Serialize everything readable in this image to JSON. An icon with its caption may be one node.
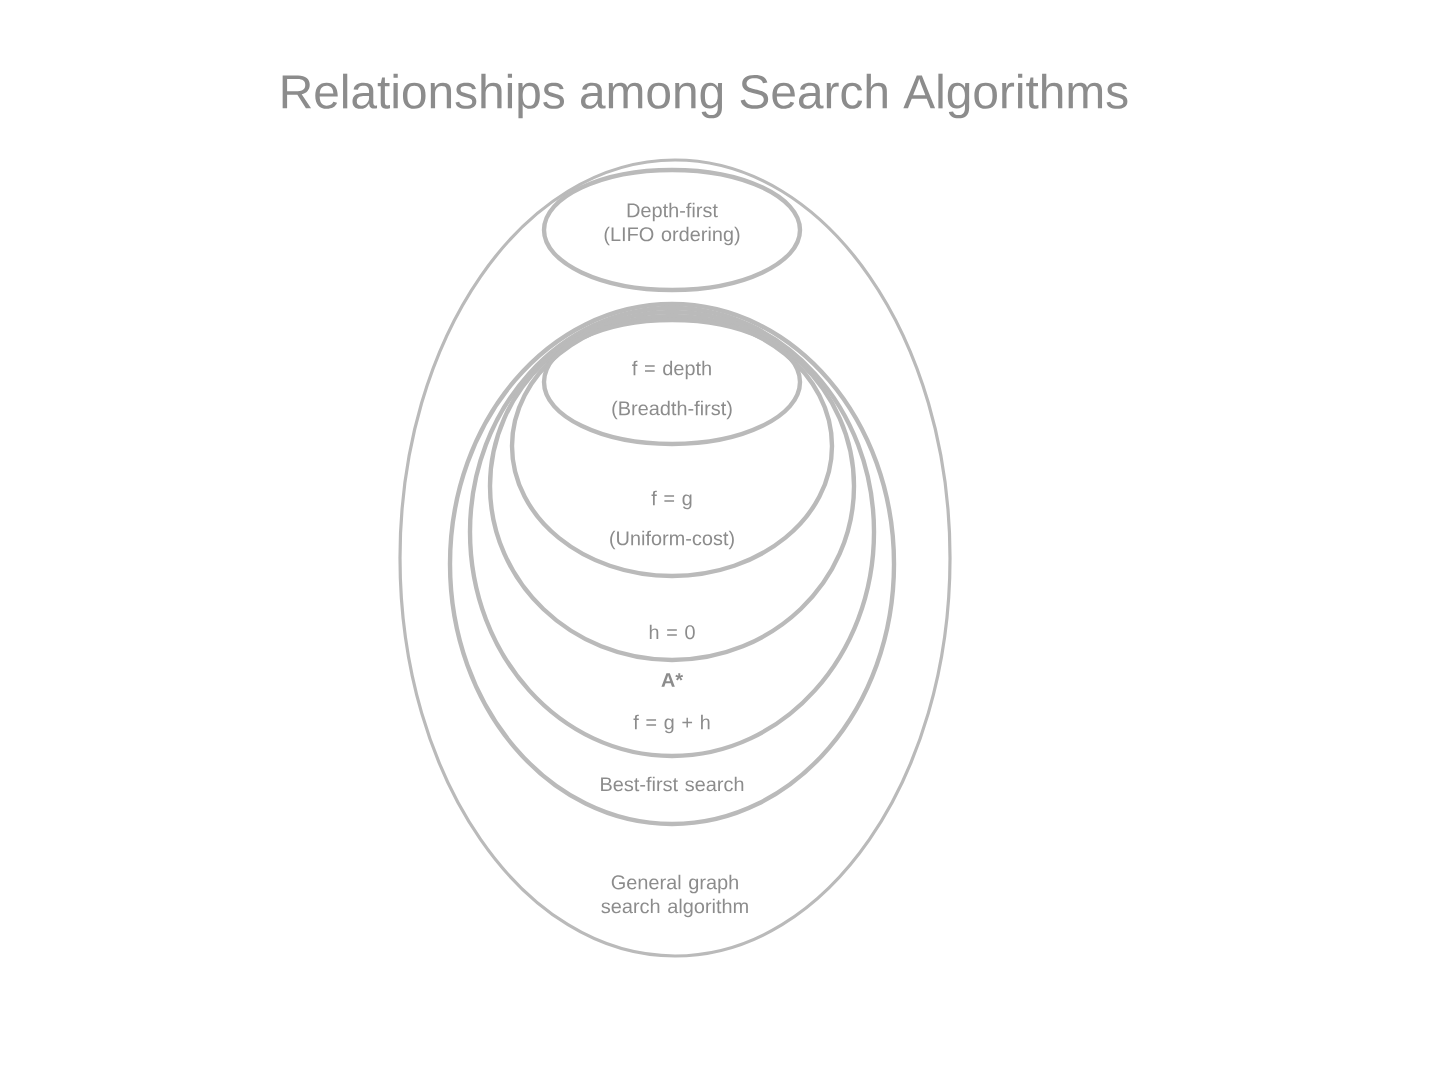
{
  "diagram": {
    "title": "Relationships among Search Algorithms",
    "nodes": [
      {
        "text": [
          "General graph search algorithm"
        ]
      },
      {
        "text": [
          "Depth-first (LIFO ordering)"
        ],
        "in": 0
      },
      {
        "text": [
          "Best-first search"
        ],
        "in": 0
      },
      {
        "text": [
          "A*",
          "f = g + h"
        ],
        "in": 2
      },
      {
        "text": [
          "h = 0"
        ],
        "in": 3
      },
      {
        "text": [
          "f = g",
          "(Uniform-cost)"
        ],
        "in": 4
      },
      {
        "text": [
          "f = depth",
          "(Breadth-first)"
        ],
        "in": 5
      }
    ],
    "edges": []
  }
}
